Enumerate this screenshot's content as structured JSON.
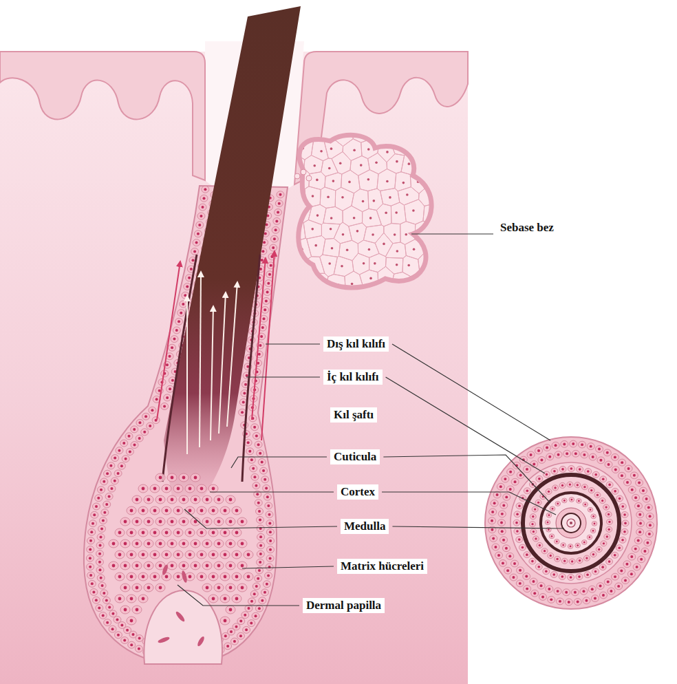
{
  "diagram": {
    "labels": [
      "Sebase bez",
      "Dış kıl kılıfı",
      "İç kıl kılıfı",
      "Kıl şaftı",
      "Cuticula",
      "Cortex",
      "Medulla",
      "Matrix hücreleri",
      "Dermal papilla"
    ]
  }
}
